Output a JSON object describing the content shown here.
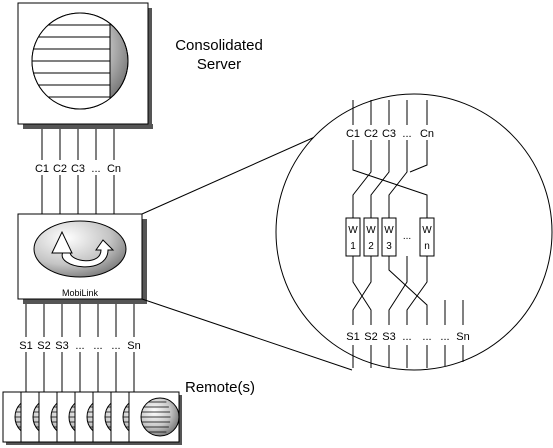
{
  "server": {
    "title_line1": "Consolidated",
    "title_line2": "Server",
    "channels": [
      "C1",
      "C2",
      "C3",
      "...",
      "Cn"
    ]
  },
  "mobilink": {
    "label": "MobiLink"
  },
  "remotes": {
    "channels": [
      "S1",
      "S2",
      "S3",
      "...",
      "...",
      "...",
      "Sn"
    ],
    "label": "Remote(s)"
  },
  "detail": {
    "top_channels": [
      "C1",
      "C2",
      "C3",
      "...",
      "Cn"
    ],
    "workers": [
      {
        "line1": "W",
        "line2": "1"
      },
      {
        "line1": "W",
        "line2": "2"
      },
      {
        "line1": "W",
        "line2": "3"
      },
      {
        "line1": "...",
        "line2": ""
      },
      {
        "line1": "W",
        "line2": "n"
      }
    ],
    "bottom_channels": [
      "S1",
      "S2",
      "S3",
      "...",
      "...",
      "...",
      "Sn"
    ]
  }
}
